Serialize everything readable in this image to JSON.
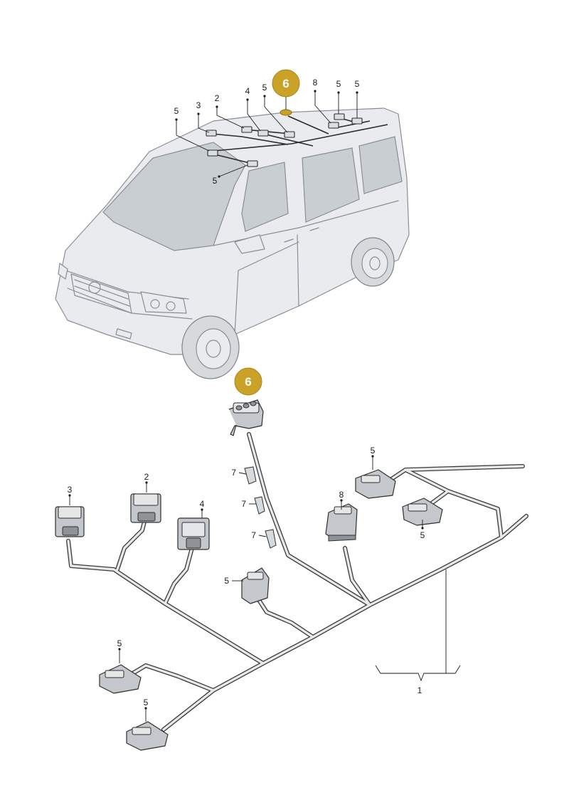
{
  "diagram": {
    "highlight_color": "#c9a227",
    "badges": [
      {
        "id": "badge-top",
        "label": "6"
      },
      {
        "id": "badge-bottom",
        "label": "6"
      }
    ],
    "roof_callouts": [
      {
        "id": "roof-5a",
        "label": "5"
      },
      {
        "id": "roof-3",
        "label": "3"
      },
      {
        "id": "roof-2",
        "label": "2"
      },
      {
        "id": "roof-4",
        "label": "4"
      },
      {
        "id": "roof-5b",
        "label": "5"
      },
      {
        "id": "roof-8",
        "label": "8"
      },
      {
        "id": "roof-5c",
        "label": "5"
      },
      {
        "id": "roof-5d",
        "label": "5"
      },
      {
        "id": "roof-5e",
        "label": "5"
      }
    ],
    "harness_callouts": [
      {
        "id": "h-3",
        "label": "3"
      },
      {
        "id": "h-2",
        "label": "2"
      },
      {
        "id": "h-4",
        "label": "4"
      },
      {
        "id": "h-7a",
        "label": "7"
      },
      {
        "id": "h-7b",
        "label": "7"
      },
      {
        "id": "h-7c",
        "label": "7"
      },
      {
        "id": "h-8",
        "label": "8"
      },
      {
        "id": "h-5a",
        "label": "5"
      },
      {
        "id": "h-5b",
        "label": "5"
      },
      {
        "id": "h-5c",
        "label": "5"
      },
      {
        "id": "h-5d",
        "label": "5"
      },
      {
        "id": "h-5e",
        "label": "5"
      },
      {
        "id": "h-1",
        "label": "1"
      }
    ]
  }
}
